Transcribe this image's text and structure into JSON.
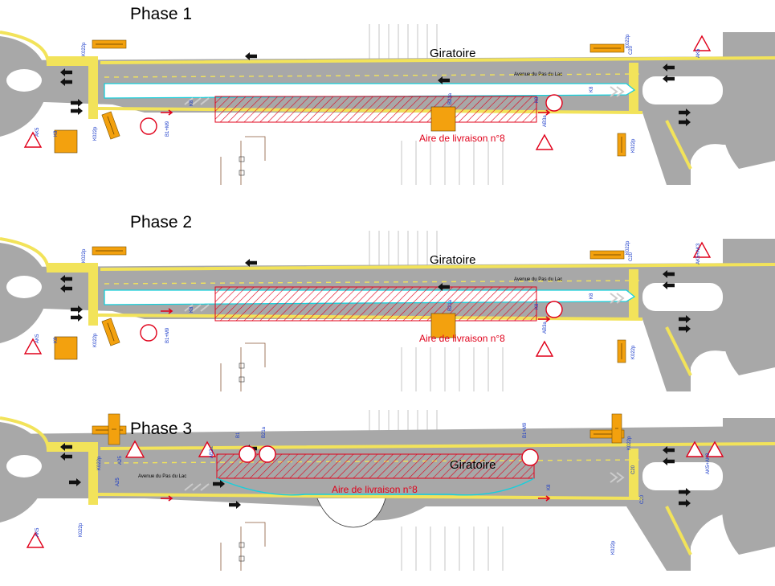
{
  "phases": [
    {
      "title": "Phase 1",
      "giratoire": "Giratoire",
      "street": "Avenue du Pas du Lac",
      "zone": "Aire de livraison n°8",
      "codes": [
        "K022p",
        "C20",
        "AK5",
        "K8",
        "K022p",
        "K8",
        "K8",
        "B21a",
        "K8",
        "AK5",
        "K022p",
        "AB3a",
        "B1+M9",
        "K022p"
      ]
    },
    {
      "title": "Phase 2",
      "giratoire": "Giratoire",
      "street": "Avenue du Pas du Lac",
      "zone": "Aire de livraison n°8",
      "codes": [
        "K022p",
        "C20",
        "AK5+AK3",
        "K8",
        "K022p",
        "K8",
        "K8",
        "B21a",
        "K8",
        "AK5",
        "K022p",
        "AB3a",
        "B1+M9",
        "K022p"
      ]
    },
    {
      "title": "Phase 3",
      "giratoire": "Giratoire",
      "street": "Avenue du Pas du Lac",
      "zone": "Aire de livraison n°8",
      "codes": [
        "K022p",
        "A25",
        "AB3a",
        "B1",
        "B21a",
        "B1+M9",
        "K8",
        "K022p",
        "C20",
        "AK5+AK3",
        "K022p",
        "AK5",
        "K022p",
        "A25",
        "C20"
      ]
    }
  ],
  "colors": {
    "road": "#a8a8a8",
    "edge_yellow": "#f2e35a",
    "hatch_red": "#e0001a",
    "island_outline": "#16d0dc",
    "arrow": "#111111",
    "sign_orange": "#f3a10e",
    "code_blue": "#1436c8"
  }
}
